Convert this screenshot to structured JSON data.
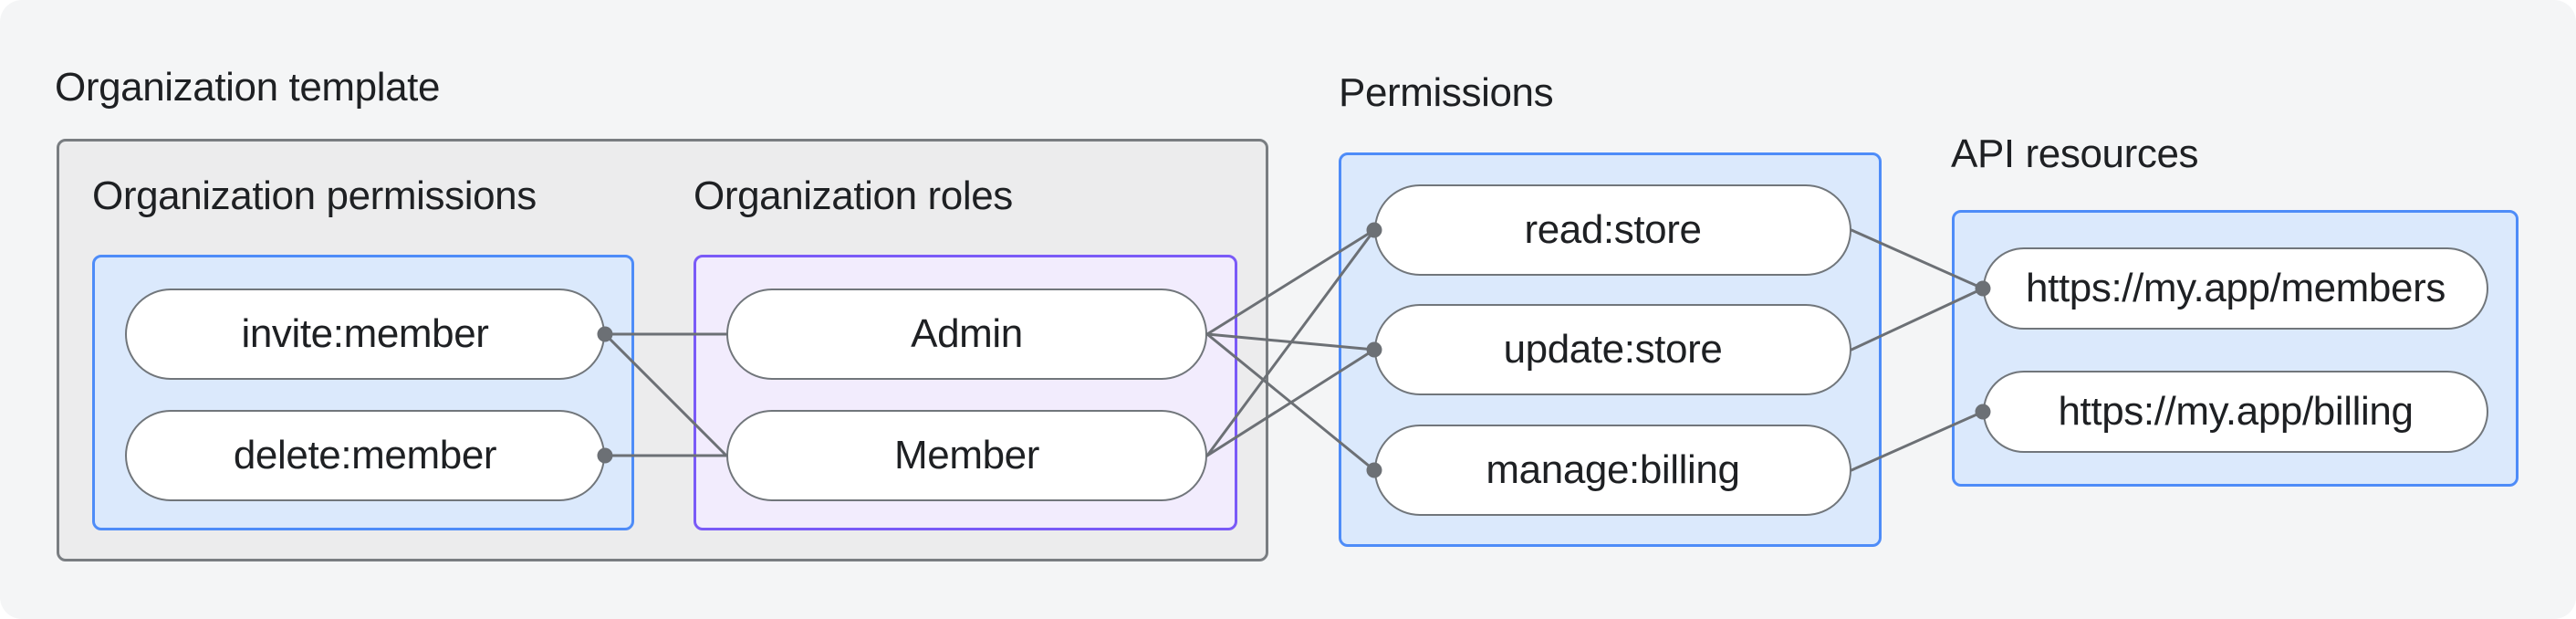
{
  "labels": {
    "org_template": "Organization template",
    "org_permissions": "Organization permissions",
    "org_roles": "Organization roles",
    "permissions": "Permissions",
    "api_resources": "API resources"
  },
  "nodes": {
    "invite_member": {
      "label": "invite:member"
    },
    "delete_member": {
      "label": "delete:member"
    },
    "admin": {
      "label": "Admin"
    },
    "member": {
      "label": "Member"
    },
    "read_store": {
      "label": "read:store"
    },
    "update_store": {
      "label": "update:store"
    },
    "manage_billing": {
      "label": "manage:billing"
    },
    "api_members": {
      "label": "https://my.app/members"
    },
    "api_billing": {
      "label": "https://my.app/billing"
    }
  },
  "graph": {
    "edges": [
      {
        "from": "invite_member",
        "fromSide": "right",
        "to": "admin",
        "toSide": "left"
      },
      {
        "from": "invite_member",
        "fromSide": "right",
        "to": "member",
        "toSide": "left"
      },
      {
        "from": "delete_member",
        "fromSide": "right",
        "to": "member",
        "toSide": "left"
      },
      {
        "from": "admin",
        "fromSide": "right",
        "to": "read_store",
        "toSide": "left"
      },
      {
        "from": "admin",
        "fromSide": "right",
        "to": "update_store",
        "toSide": "left"
      },
      {
        "from": "admin",
        "fromSide": "right",
        "to": "manage_billing",
        "toSide": "left"
      },
      {
        "from": "member",
        "fromSide": "right",
        "to": "read_store",
        "toSide": "left"
      },
      {
        "from": "member",
        "fromSide": "right",
        "to": "update_store",
        "toSide": "left"
      },
      {
        "from": "read_store",
        "fromSide": "right",
        "to": "api_members",
        "toSide": "left"
      },
      {
        "from": "update_store",
        "fromSide": "right",
        "to": "api_members",
        "toSide": "left"
      },
      {
        "from": "manage_billing",
        "fromSide": "right",
        "to": "api_billing",
        "toSide": "left"
      }
    ],
    "dots": [
      {
        "node": "invite_member",
        "side": "right"
      },
      {
        "node": "delete_member",
        "side": "right"
      },
      {
        "node": "read_store",
        "side": "left"
      },
      {
        "node": "update_store",
        "side": "left"
      },
      {
        "node": "manage_billing",
        "side": "left"
      },
      {
        "node": "api_members",
        "side": "left"
      },
      {
        "node": "api_billing",
        "side": "left"
      }
    ]
  },
  "colors": {
    "bg": "#f4f5f6",
    "text": "#1e2023",
    "gray_fill": "#ececed",
    "gray_border": "#797d81",
    "blue_fill": "#dbe9fc",
    "blue_border": "#4e8cf8",
    "purple_fill": "#f2ecfd",
    "purple_border": "#7a5af7",
    "pill_fill": "#ffffff",
    "pill_border": "#71767b",
    "edge_line": "#6c7075",
    "edge_dot": "#6c7075"
  }
}
